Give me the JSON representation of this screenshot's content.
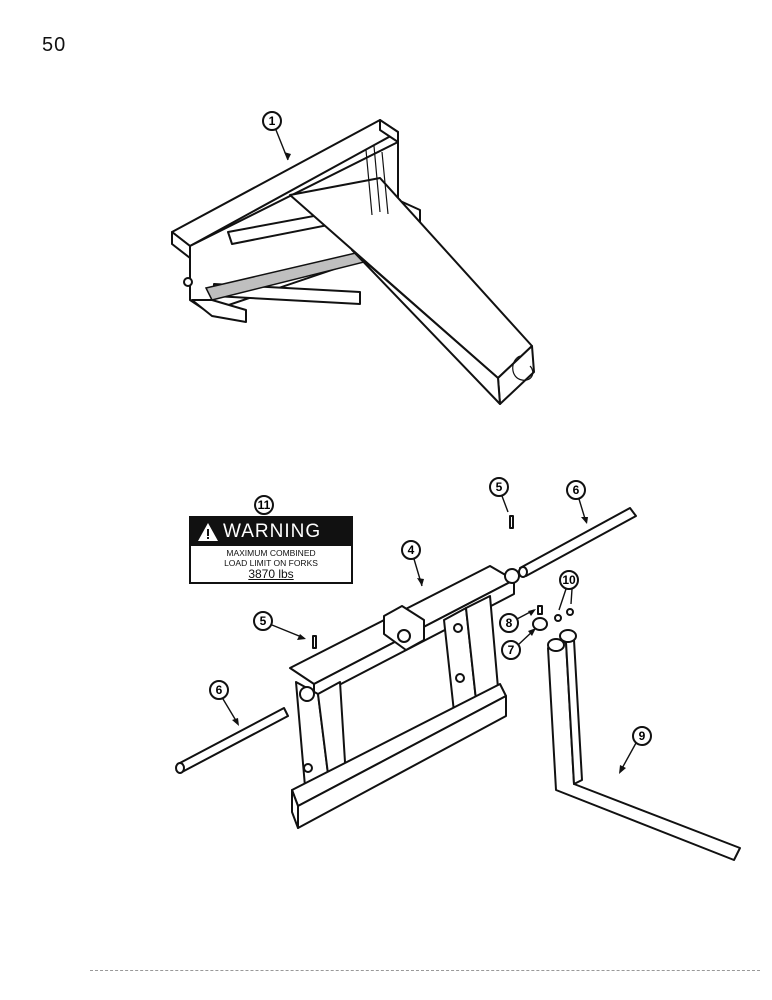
{
  "page_number": "50",
  "warning_decal": {
    "title": "WARNING",
    "line1": "MAXIMUM  COMBINED",
    "line2": "LOAD LIMIT ON FORKS",
    "line3": "3870 lbs"
  },
  "callouts": [
    {
      "id": "1",
      "label": "1"
    },
    {
      "id": "4",
      "label": "4"
    },
    {
      "id": "5a",
      "label": "5"
    },
    {
      "id": "5b",
      "label": "5"
    },
    {
      "id": "6a",
      "label": "6"
    },
    {
      "id": "6b",
      "label": "6"
    },
    {
      "id": "7",
      "label": "7"
    },
    {
      "id": "8",
      "label": "8"
    },
    {
      "id": "9",
      "label": "9"
    },
    {
      "id": "10",
      "label": "10"
    },
    {
      "id": "11",
      "label": "11"
    }
  ]
}
